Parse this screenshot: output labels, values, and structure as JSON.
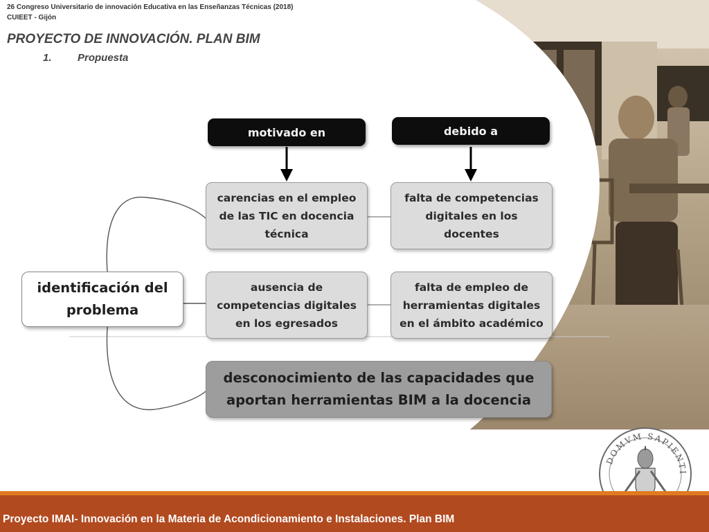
{
  "header": {
    "congress_line1": "26 Congreso Universitario de innovación Educativa en las Enseñanzas Técnicas (2018)",
    "congress_line2": "CUIEET - Gijón",
    "title": "PROYECTO DE INNOVACIÓN. PLAN BIM",
    "subsection_number": "1.",
    "subsection_label": "Propuesta"
  },
  "diagram": {
    "header_left": "motivado en",
    "header_right": "debido a",
    "root": {
      "line1": "identificación del",
      "line2": "problema"
    },
    "cause_1": {
      "line1": "carencias en el empleo",
      "line2": "de las TIC en docencia",
      "line3": "técnica"
    },
    "reason_1": {
      "line1": "falta de competencias",
      "line2": "digitales en los",
      "line3": "docentes"
    },
    "cause_2": {
      "line1": "ausencia de",
      "line2": "competencias digitales",
      "line3": "en los egresados"
    },
    "reason_2": {
      "line1": "falta de empleo de",
      "line2": "herramientas digitales",
      "line3": "en el ámbito académico"
    },
    "cause_3": {
      "line1": "desconocimiento de las capacidades que",
      "line2": "aportan herramientas BIM a la docencia"
    }
  },
  "seal": {
    "motto": "DOMVM SAPIENTIÆ"
  },
  "footer": {
    "text": "Proyecto IMAI- Innovación en la Materia de Acondicionamiento e Instalaciones. Plan BIM"
  },
  "colors": {
    "accent_orange": "#e07b20",
    "footer_brown": "#b24a20",
    "header_box": "#0d0d0d",
    "cause_box": "#dcdcdc",
    "big_box": "#9d9d9d",
    "photo_sepia": "#b8a488"
  }
}
